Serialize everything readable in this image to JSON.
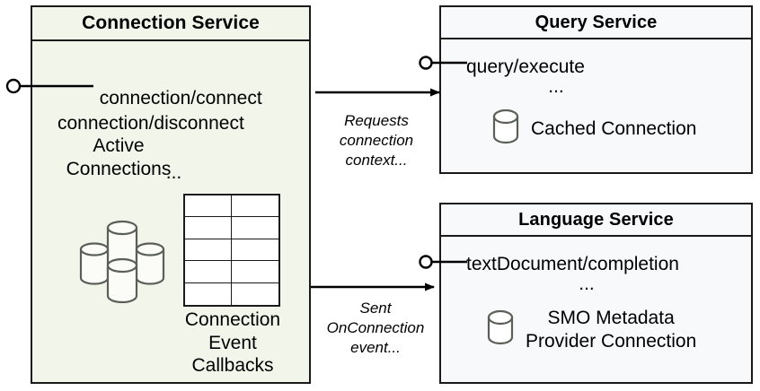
{
  "diagram": {
    "type": "component-diagram",
    "background": "#ffffff",
    "colors": {
      "connection_service_fill": "#f2f5ea",
      "service_fill": "#f8f9fb",
      "stroke": "#1a1a1a",
      "cylinder_stroke": "#5a5f57",
      "text": "#000000"
    }
  },
  "connection_service": {
    "title": "Connection Service",
    "api_lines": "connection/connect\nconnection/disconnect",
    "api_ellipsis": "...",
    "active_connections_label": "Active\nConnections",
    "cylinder_cluster_icon": "database-cluster-icon",
    "callbacks_table_icon": "table-grid-icon",
    "callbacks_table_rows": 5,
    "callbacks_table_cols": 2,
    "callbacks_label": "Connection\nEvent\nCallbacks",
    "provided_interface_icon": "lollipop-interface-icon"
  },
  "query_service": {
    "title": "Query Service",
    "api_line": "query/execute",
    "api_ellipsis": "...",
    "db_icon": "database-cylinder-icon",
    "db_label": "Cached Connection",
    "provided_interface_icon": "lollipop-interface-icon"
  },
  "language_service": {
    "title": "Language Service",
    "api_line": "textDocument/completion",
    "api_ellipsis": "...",
    "db_icon": "database-cylinder-icon",
    "db_label": "SMO Metadata\nProvider Connection",
    "provided_interface_icon": "lollipop-interface-icon"
  },
  "connectors": [
    {
      "name": "requests-connection-context",
      "from": "query_service",
      "to": "connection_service",
      "direction": "left",
      "label": "Requests\nconnection\ncontext..."
    },
    {
      "name": "sent-onconnection-event",
      "from": "connection_service",
      "to": "language_service",
      "direction": "right",
      "label": "Sent\nOnConnection\nevent..."
    }
  ]
}
